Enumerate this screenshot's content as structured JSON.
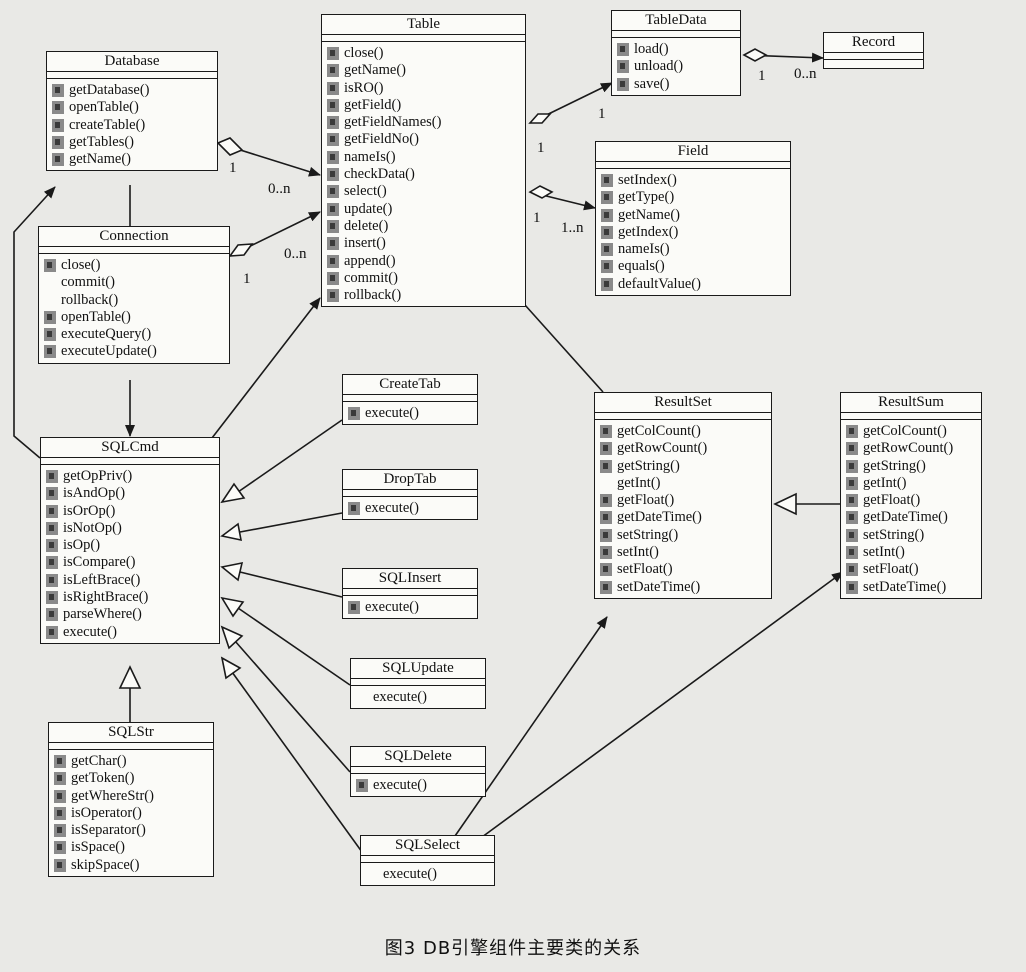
{
  "classes": [
    {
      "id": "database",
      "name": "Database",
      "ops": [
        "getDatabase()",
        "openTable()",
        "createTable()",
        "getTables()",
        "getName()"
      ],
      "marks": [
        1,
        1,
        1,
        1,
        1
      ]
    },
    {
      "id": "connection",
      "name": "Connection",
      "ops": [
        "close()",
        "commit()",
        "rollback()",
        "openTable()",
        "executeQuery()",
        "executeUpdate()"
      ],
      "marks": [
        1,
        0,
        0,
        1,
        1,
        1
      ]
    },
    {
      "id": "table",
      "name": "Table",
      "ops": [
        "close()",
        "getName()",
        "isRO()",
        "getField()",
        "getFieldNames()",
        "getFieldNo()",
        "nameIs()",
        "checkData()",
        "select()",
        "update()",
        "delete()",
        "insert()",
        "append()",
        "commit()",
        "rollback()"
      ],
      "marks": [
        1,
        1,
        1,
        1,
        1,
        1,
        1,
        1,
        1,
        1,
        1,
        1,
        1,
        1,
        1
      ]
    },
    {
      "id": "tabledata",
      "name": "TableData",
      "ops": [
        "load()",
        "unload()",
        "save()"
      ],
      "marks": [
        1,
        1,
        1
      ]
    },
    {
      "id": "record",
      "name": "Record",
      "ops": [],
      "marks": []
    },
    {
      "id": "field",
      "name": "Field",
      "ops": [
        "setIndex()",
        "getType()",
        "getName()",
        "getIndex()",
        "nameIs()",
        "equals()",
        "defaultValue()"
      ],
      "marks": [
        1,
        1,
        1,
        1,
        1,
        1,
        1
      ]
    },
    {
      "id": "sqlcmd",
      "name": "SQLCmd",
      "ops": [
        "getOpPriv()",
        "isAndOp()",
        "isOrOp()",
        "isNotOp()",
        "isOp()",
        "isCompare()",
        "isLeftBrace()",
        "isRightBrace()",
        "parseWhere()",
        "execute()"
      ],
      "marks": [
        1,
        1,
        1,
        1,
        1,
        1,
        1,
        1,
        1,
        1
      ]
    },
    {
      "id": "sqlstr",
      "name": "SQLStr",
      "ops": [
        "getChar()",
        "getToken()",
        "getWhereStr()",
        "isOperator()",
        "isSeparator()",
        "isSpace()",
        "skipSpace()"
      ],
      "marks": [
        1,
        1,
        1,
        1,
        1,
        1,
        1
      ]
    },
    {
      "id": "createtab",
      "name": "CreateTab",
      "ops": [
        "execute()"
      ],
      "marks": [
        1
      ]
    },
    {
      "id": "droptab",
      "name": "DropTab",
      "ops": [
        "execute()"
      ],
      "marks": [
        1
      ]
    },
    {
      "id": "sqlinsert",
      "name": "SQLInsert",
      "ops": [
        "execute()"
      ],
      "marks": [
        1
      ]
    },
    {
      "id": "sqlupdate",
      "name": "SQLUpdate",
      "ops": [
        "execute()"
      ],
      "marks": [
        0
      ]
    },
    {
      "id": "sqldelete",
      "name": "SQLDelete",
      "ops": [
        "execute()"
      ],
      "marks": [
        1
      ]
    },
    {
      "id": "sqlselect",
      "name": "SQLSelect",
      "ops": [
        "execute()"
      ],
      "marks": [
        0
      ]
    },
    {
      "id": "resultset",
      "name": "ResultSet",
      "ops": [
        "getColCount()",
        "getRowCount()",
        "getString()",
        "getInt()",
        "getFloat()",
        "getDateTime()",
        "setString()",
        "setInt()",
        "setFloat()",
        "setDateTime()"
      ],
      "marks": [
        1,
        1,
        1,
        0,
        1,
        1,
        1,
        1,
        1,
        1
      ]
    },
    {
      "id": "resultsum",
      "name": "ResultSum",
      "ops": [
        "getColCount()",
        "getRowCount()",
        "getString()",
        "getInt()",
        "getFloat()",
        "getDateTime()",
        "setString()",
        "setInt()",
        "setFloat()",
        "setDateTime()"
      ],
      "marks": [
        1,
        1,
        1,
        1,
        1,
        1,
        1,
        1,
        1,
        1
      ]
    }
  ],
  "multiplicities": {
    "db_table_src": "1",
    "db_table_dst": "0..n",
    "conn_table_src": "1",
    "conn_table_dst": "0..n",
    "table_tabledata_src": "1",
    "table_tabledata_dst": "1",
    "tabledata_record_src": "1",
    "tabledata_record_dst": "0..n",
    "table_field_src": "1",
    "table_field_dst": "1..n"
  },
  "caption": "图3   DB引擎组件主要类的关系"
}
